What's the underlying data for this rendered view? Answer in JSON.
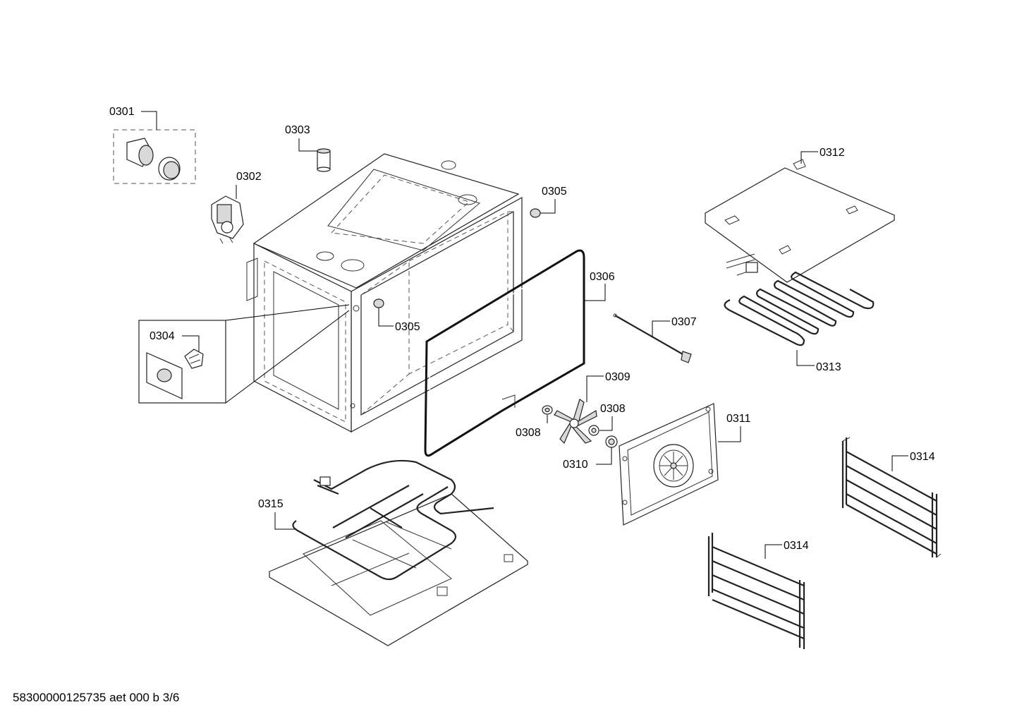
{
  "callouts": {
    "c0301": "0301",
    "c0302": "0302",
    "c0303": "0303",
    "c0304": "0304",
    "c0305a": "0305",
    "c0305b": "0305",
    "c0306": "0306",
    "c0307": "0307",
    "c0308a": "0308",
    "c0308b": "0308",
    "c0309": "0309",
    "c0310": "0310",
    "c0311": "0311",
    "c0312": "0312",
    "c0313": "0313",
    "c0314a": "0314",
    "c0314b": "0314",
    "c0315": "0315"
  },
  "footer": {
    "document_id": "58300000125735 aet 000 b 3/6"
  }
}
